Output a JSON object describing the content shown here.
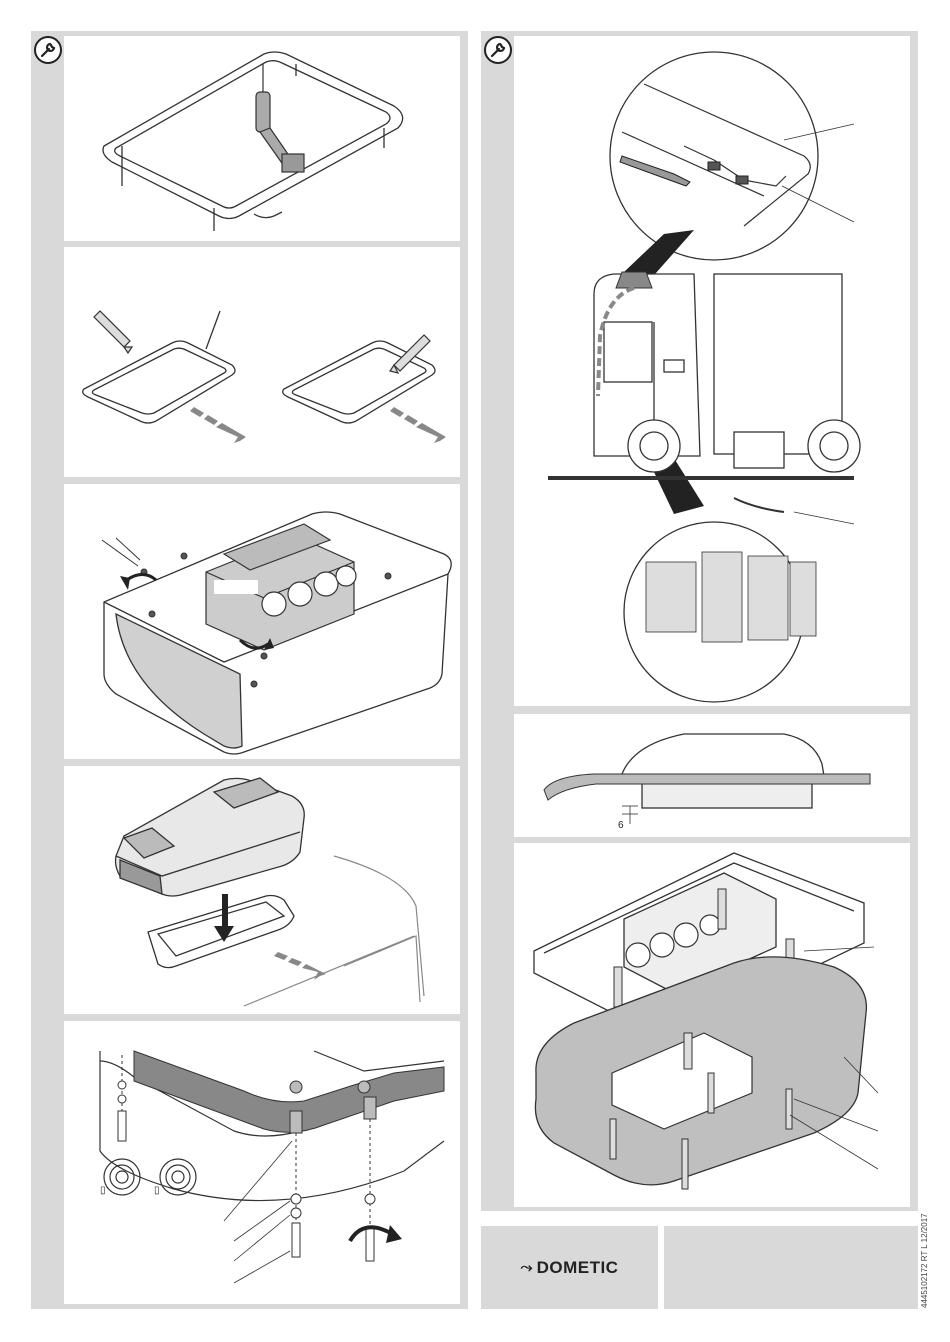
{
  "brand": {
    "name": "DOMETIC",
    "mark": "⤳"
  },
  "document": {
    "code": "4445102172 RT L   12/2017"
  },
  "panels": {
    "left_icon": "wrench-icon",
    "right_icon": "wrench-icon",
    "roof_dim": "6",
    "washer_label_1": "▯",
    "washer_label_2": "▯"
  },
  "colors": {
    "column_bg": "#d9d9d9",
    "line": "#333333",
    "seal_fill": "#777777",
    "cover_fill": "#bfbfbf"
  }
}
